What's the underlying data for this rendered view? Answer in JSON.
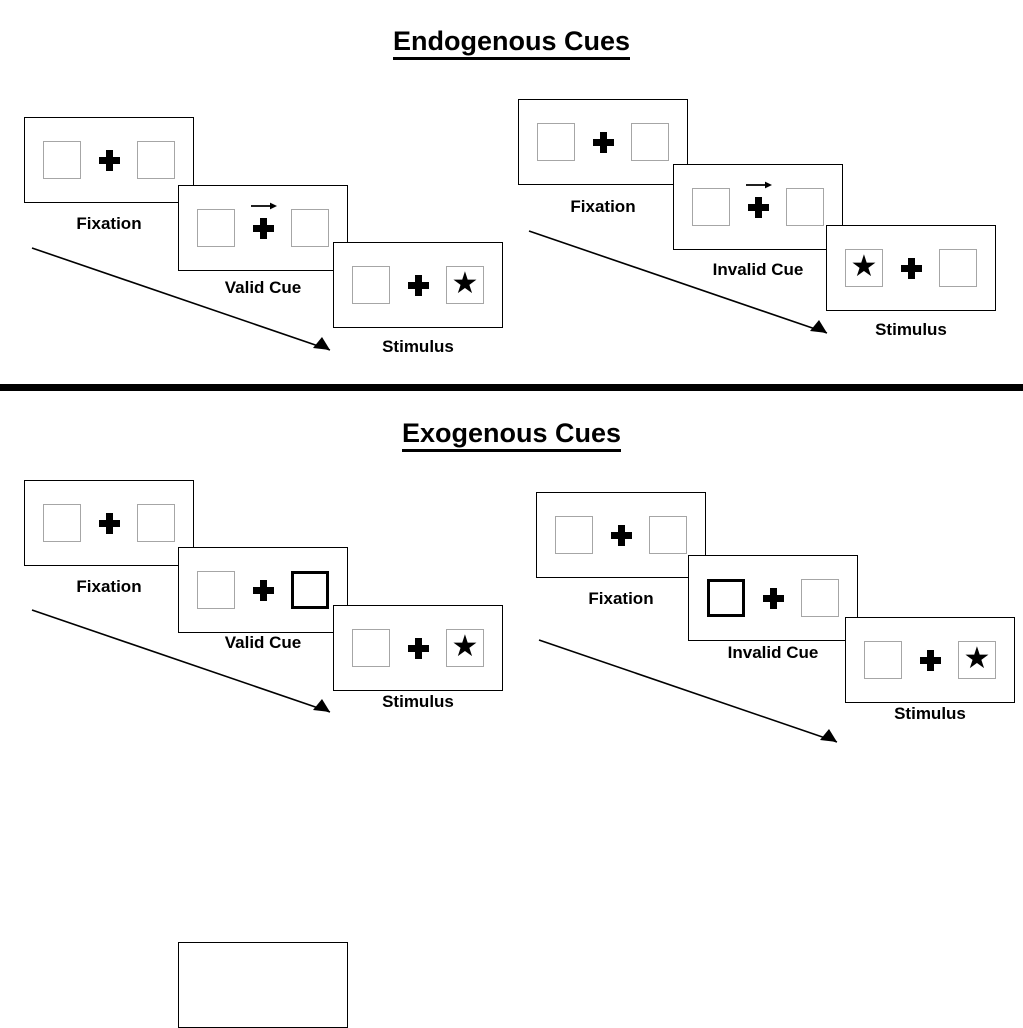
{
  "page": {
    "background": "#ffffff",
    "ink": "#000000",
    "box_border_color": "#a6a6a6",
    "cue_border_color": "#000000"
  },
  "sections": [
    {
      "id": "endogenous",
      "title": "Endogenous Cues",
      "sequences": [
        {
          "id": "endogenous-valid",
          "frames": [
            {
              "id": "endogenous-valid-fixation",
              "label": "Fixation",
              "left_box": {
                "cued": false,
                "star": false
              },
              "right_box": {
                "cued": false,
                "star": false
              },
              "arrow_cue": "none"
            },
            {
              "id": "endogenous-valid-cue",
              "label": "Valid Cue",
              "left_box": {
                "cued": false,
                "star": false
              },
              "right_box": {
                "cued": false,
                "star": false
              },
              "arrow_cue": "right-arrow-icon"
            },
            {
              "id": "endogenous-valid-stimulus",
              "label": "Stimulus",
              "left_box": {
                "cued": false,
                "star": false
              },
              "right_box": {
                "cued": false,
                "star": true
              },
              "arrow_cue": "none"
            }
          ]
        },
        {
          "id": "endogenous-invalid",
          "frames": [
            {
              "id": "endogenous-invalid-fixation",
              "label": "Fixation",
              "left_box": {
                "cued": false,
                "star": false
              },
              "right_box": {
                "cued": false,
                "star": false
              },
              "arrow_cue": "none"
            },
            {
              "id": "endogenous-invalid-cue",
              "label": "Invalid Cue",
              "left_box": {
                "cued": false,
                "star": false
              },
              "right_box": {
                "cued": false,
                "star": false
              },
              "arrow_cue": "right-arrow-icon"
            },
            {
              "id": "endogenous-invalid-stimulus",
              "label": "Stimulus",
              "left_box": {
                "cued": false,
                "star": true
              },
              "right_box": {
                "cued": false,
                "star": false
              },
              "arrow_cue": "none"
            }
          ]
        }
      ]
    },
    {
      "id": "exogenous",
      "title": "Exogenous Cues",
      "sequences": [
        {
          "id": "exogenous-valid",
          "frames": [
            {
              "id": "exogenous-valid-fixation",
              "label": "Fixation",
              "left_box": {
                "cued": false,
                "star": false
              },
              "right_box": {
                "cued": false,
                "star": false
              },
              "arrow_cue": "none"
            },
            {
              "id": "exogenous-valid-cue",
              "label": "Valid Cue",
              "left_box": {
                "cued": false,
                "star": false
              },
              "right_box": {
                "cued": true,
                "star": false
              },
              "arrow_cue": "none"
            },
            {
              "id": "exogenous-valid-stimulus",
              "label": "Stimulus",
              "left_box": {
                "cued": false,
                "star": false
              },
              "right_box": {
                "cued": false,
                "star": true
              },
              "arrow_cue": "none"
            }
          ]
        },
        {
          "id": "exogenous-invalid",
          "frames": [
            {
              "id": "exogenous-invalid-fixation",
              "label": "Fixation",
              "left_box": {
                "cued": false,
                "star": false
              },
              "right_box": {
                "cued": false,
                "star": false
              },
              "arrow_cue": "none"
            },
            {
              "id": "exogenous-invalid-cue",
              "label": "Invalid Cue",
              "left_box": {
                "cued": true,
                "star": false
              },
              "right_box": {
                "cued": false,
                "star": false
              },
              "arrow_cue": "none"
            },
            {
              "id": "exogenous-invalid-stimulus",
              "label": "Stimulus",
              "left_box": {
                "cued": false,
                "star": false
              },
              "right_box": {
                "cued": false,
                "star": true
              },
              "arrow_cue": "none"
            }
          ]
        }
      ]
    }
  ],
  "glyphs": {
    "star": "★",
    "fixation_cross": "plus-icon",
    "time_arrow": "time-progression-arrow-icon"
  }
}
